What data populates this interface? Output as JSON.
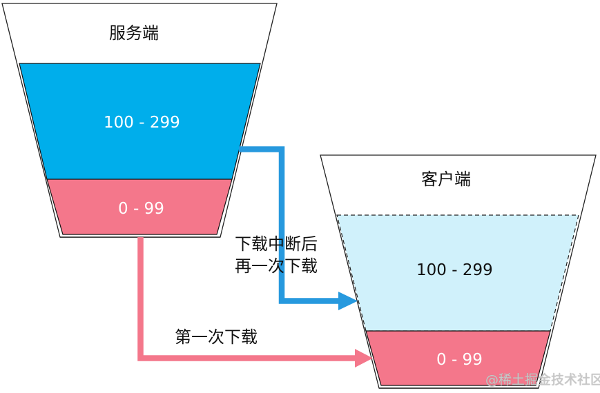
{
  "server": {
    "title": "服务端",
    "segments": [
      {
        "label": "100 - 299",
        "color": "#00aeeb",
        "text_color": "#ffffff"
      },
      {
        "label": "0 - 99",
        "color": "#f4778b",
        "text_color": "#ffffff"
      }
    ]
  },
  "client": {
    "title": "客户端",
    "segments": [
      {
        "label": "100 - 299",
        "color": "#d0f1fb",
        "text_color": "#111111",
        "border": "dashed"
      },
      {
        "label": "0 - 99",
        "color": "#f4778b",
        "text_color": "#ffffff"
      }
    ]
  },
  "arrows": {
    "resume": {
      "label_line1": "下载中断后",
      "label_line2": "再一次下载",
      "color": "#2799de"
    },
    "first": {
      "label": "第一次下载",
      "color": "#f4778b"
    }
  },
  "watermark": "@稀土掘金技术社区"
}
